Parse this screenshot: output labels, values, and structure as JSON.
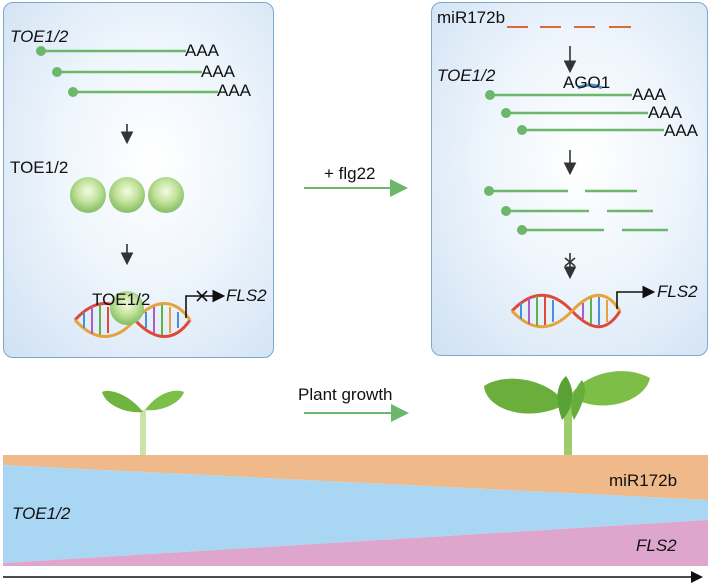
{
  "left_panel": {
    "gene_label": "TOE1/2",
    "polya_tails": [
      "AAA",
      "AAA",
      "AAA"
    ],
    "protein_label": "TOE1/2",
    "dna_bound_label": "TOE1/2",
    "target_gene": "FLS2"
  },
  "middle": {
    "treatment_label": "+ flg22"
  },
  "right_panel": {
    "mirna_label": "miR172b",
    "gene_label": "TOE1/2",
    "ago_label": "AGO1",
    "polya_tails": [
      "AAA",
      "AAA",
      "AAA"
    ],
    "target_gene": "FLS2"
  },
  "bottom": {
    "growth_label": "Plant growth",
    "band_labels": {
      "mir": "miR172b",
      "toe": "TOE1/2",
      "fls": "FLS2"
    }
  },
  "colors": {
    "mrna": "#6cb86a",
    "mirna": "#d9693f",
    "mir_band": "#f0b98a",
    "toe_band": "#a9d6f2",
    "fls_band": "#dea6cd",
    "panel_border": "#7fa8cf"
  },
  "icons": [
    "seedling-icon",
    "mature-plant-icon",
    "dna-helix-icon",
    "repression-cross-icon",
    "ago1-icon"
  ]
}
